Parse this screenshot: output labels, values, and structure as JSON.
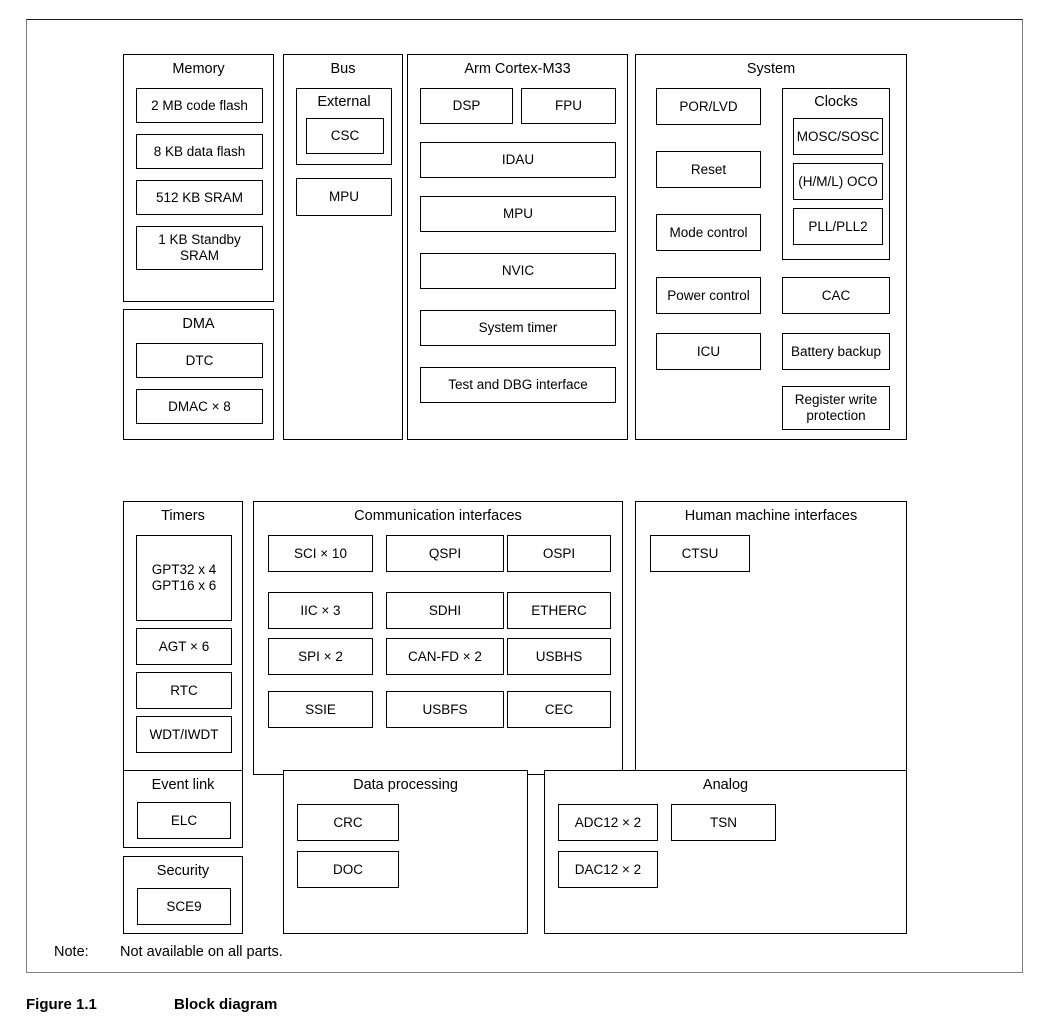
{
  "figure": {
    "caption_number": "Figure 1.1",
    "caption_title": "Block diagram",
    "note_label": "Note:",
    "note_text": "Not available on all parts."
  },
  "colors": {
    "box_border": "#000000",
    "frame_border": "#808080",
    "frame_top_border": "#1a1a1a",
    "background": "#ffffff",
    "text": "#000000"
  },
  "groups": [
    {
      "id": "memory",
      "title": "Memory",
      "blocks": [
        {
          "label": "2 MB code flash"
        },
        {
          "label": "8 KB data flash"
        },
        {
          "label": "512 KB SRAM"
        },
        {
          "label": "1 KB Standby\nSRAM"
        }
      ]
    },
    {
      "id": "dma",
      "title": "DMA",
      "blocks": [
        {
          "label": "DTC"
        },
        {
          "label": "DMAC × 8"
        }
      ]
    },
    {
      "id": "bus",
      "title": "Bus",
      "blocks": [
        {
          "label": "MPU"
        }
      ],
      "subgroups": [
        {
          "id": "bus-external",
          "title": "External",
          "blocks": [
            {
              "label": "CSC"
            }
          ]
        }
      ]
    },
    {
      "id": "cortex",
      "title": "Arm Cortex-M33",
      "blocks": [
        {
          "label": "DSP"
        },
        {
          "label": "FPU"
        },
        {
          "label": "IDAU"
        },
        {
          "label": "MPU"
        },
        {
          "label": "NVIC"
        },
        {
          "label": "System timer"
        },
        {
          "label": "Test and DBG interface"
        }
      ]
    },
    {
      "id": "system",
      "title": "System",
      "blocks": [
        {
          "label": "POR/LVD"
        },
        {
          "label": "Reset"
        },
        {
          "label": "Mode control"
        },
        {
          "label": "Power control"
        },
        {
          "label": "ICU"
        },
        {
          "label": "CAC"
        },
        {
          "label": "Battery backup"
        },
        {
          "label": "Register write\nprotection"
        }
      ],
      "subgroups": [
        {
          "id": "clocks",
          "title": "Clocks",
          "blocks": [
            {
              "label": "MOSC/SOSC"
            },
            {
              "label": "(H/M/L) OCO"
            },
            {
              "label": "PLL/PLL2"
            }
          ]
        }
      ]
    },
    {
      "id": "timers",
      "title": "Timers",
      "blocks": [
        {
          "label": "GPT32 x 4\nGPT16 x 6"
        },
        {
          "label": "AGT × 6"
        },
        {
          "label": "RTC"
        },
        {
          "label": "WDT/IWDT"
        }
      ]
    },
    {
      "id": "communication",
      "title": "Communication interfaces",
      "blocks": [
        {
          "label": "SCI × 10"
        },
        {
          "label": "QSPI"
        },
        {
          "label": "OSPI"
        },
        {
          "label": "IIC × 3"
        },
        {
          "label": "SDHI"
        },
        {
          "label": "ETHERC"
        },
        {
          "label": "SPI × 2"
        },
        {
          "label": "CAN-FD × 2"
        },
        {
          "label": "USBHS"
        },
        {
          "label": "SSIE"
        },
        {
          "label": "USBFS"
        },
        {
          "label": "CEC"
        }
      ]
    },
    {
      "id": "hmi",
      "title": "Human machine interfaces",
      "blocks": [
        {
          "label": "CTSU"
        }
      ]
    },
    {
      "id": "event-link",
      "title": "Event link",
      "blocks": [
        {
          "label": "ELC"
        }
      ]
    },
    {
      "id": "security",
      "title": "Security",
      "blocks": [
        {
          "label": "SCE9"
        }
      ]
    },
    {
      "id": "data-processing",
      "title": "Data processing",
      "blocks": [
        {
          "label": "CRC"
        },
        {
          "label": "DOC"
        }
      ]
    },
    {
      "id": "analog",
      "title": "Analog",
      "blocks": [
        {
          "label": "ADC12 × 2"
        },
        {
          "label": "TSN"
        },
        {
          "label": "DAC12 × 2"
        }
      ]
    }
  ]
}
